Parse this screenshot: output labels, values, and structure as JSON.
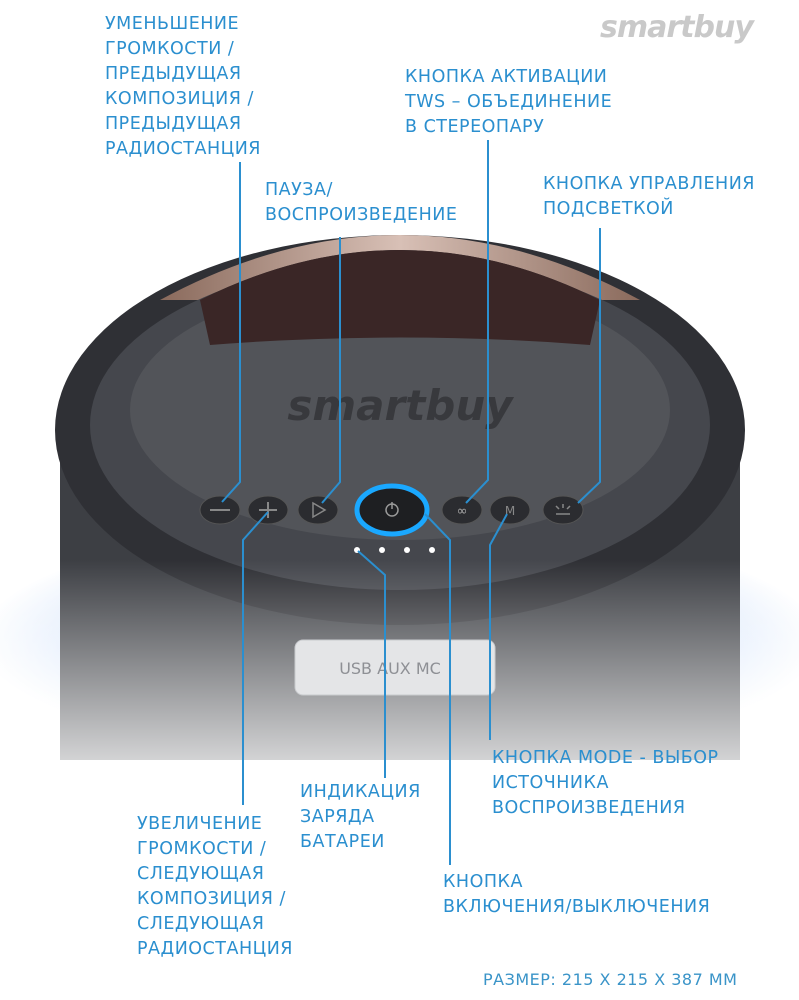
{
  "brand": "smartbuy",
  "accent_color": "#2b8fcf",
  "labels": {
    "volume_down": "УМЕНЬШЕНИЕ\nГРОМКОСТИ /\nПРЕДЫДУЩАЯ\nКОМПОЗИЦИЯ /\nПРЕДЫДУЩАЯ\nРАДИОСТАНЦИЯ",
    "play_pause": "ПАУЗА/\nВОСПРОИЗВЕДЕНИЕ",
    "tws": "КНОПКА АКТИВАЦИИ\nTWS – ОБЪЕДИНЕНИЕ\nВ СТЕРЕОПАРУ",
    "backlight": "КНОПКА УПРАВЛЕНИЯ\nПОДСВЕТКОЙ",
    "mode": "КНОПКА MODE - ВЫБОР\nИСТОЧНИКА\nВОСПРОИЗВЕДЕНИЯ",
    "battery": "ИНДИКАЦИЯ\nЗАРЯДА\nБАТАРЕИ",
    "volume_up": "УВЕЛИЧЕНИЕ\nГРОМКОСТИ /\nСЛЕДУЮЩАЯ\nКОМПОЗИЦИЯ /\nСЛЕДУЮЩАЯ\nРАДИОСТАНЦИЯ",
    "power": "КНОПКА\nВКЛЮЧЕНИЯ/ВЫКЛЮЧЕНИЯ"
  },
  "ports_label": "USB AUX MC",
  "size": "РАЗМЕР:  215 X 215 X 387 MM"
}
